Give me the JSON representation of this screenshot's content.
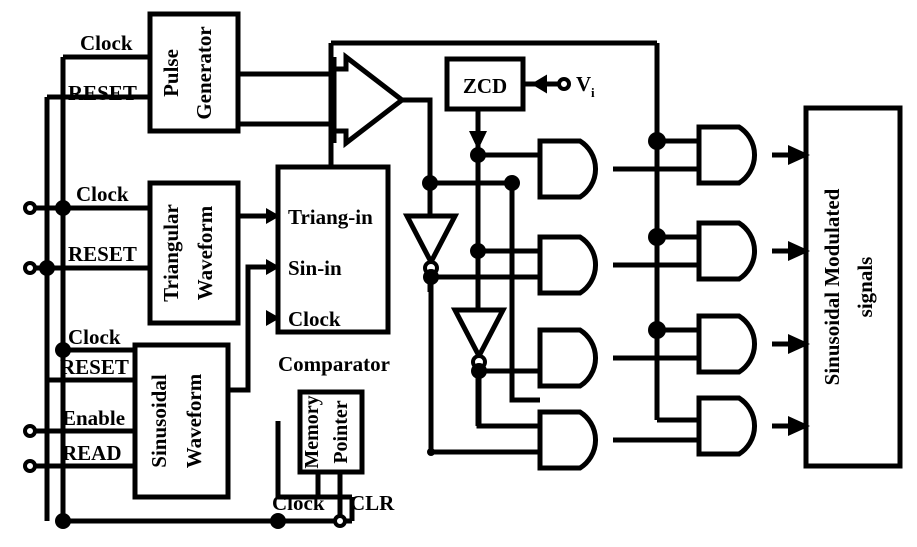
{
  "figure": {
    "type": "block-diagram",
    "title": "Sinusoidal PWM generation block diagram",
    "background": "#ffffff",
    "line_color": "#000000"
  },
  "blocks": {
    "pulse_generator": {
      "label": "Pulse\nGenerator",
      "line1": "Pulse",
      "line2": "Generator"
    },
    "triangular": {
      "label": "Triangular\nWaveform",
      "line1": "Triangular",
      "line2": "Waveform"
    },
    "sinusoidal": {
      "label": "Sinusoidal\nWaveform",
      "line1": "Sinusoidal",
      "line2": "Waveform"
    },
    "comparator": {
      "caption": "Comparator",
      "ports": [
        "Triang-in",
        "Sin-in",
        "Clock"
      ]
    },
    "memory_pointer": {
      "line1": "Memory",
      "line2": "Pointer",
      "clock_label": "Clock",
      "clr_label": "CLR"
    },
    "zcd": {
      "label": "ZCD",
      "input_label": "Vi",
      "input_sub": "i",
      "input_base": "V"
    },
    "output": {
      "line1": "Sinusoidal Modulated",
      "line2": "signals"
    }
  },
  "signal_labels": {
    "pg_clock": "Clock",
    "pg_reset": "RESET",
    "tri_clock": "Clock",
    "tri_reset": "RESET",
    "sin_clock": "Clock",
    "sin_reset": "RESET",
    "sin_enable": "Enable",
    "sin_read": "READ",
    "mem_clock": "Clock",
    "mem_clr": "CLR",
    "vi": "V"
  },
  "terminals": [
    {
      "name": "clock-terminal",
      "label": "Clock"
    },
    {
      "name": "reset-terminal",
      "label": "RESET"
    },
    {
      "name": "enable-terminal",
      "label": "Enable"
    },
    {
      "name": "read-terminal",
      "label": "READ"
    },
    {
      "name": "clr-terminal",
      "label": "CLR"
    },
    {
      "name": "vi-terminal",
      "label": "Vi"
    }
  ],
  "gates": {
    "count_left_column": 4,
    "count_right_column": 4,
    "type": "AND",
    "inverters": 2,
    "buffer_amp": 1
  },
  "outputs": {
    "arrow_count": 4
  }
}
